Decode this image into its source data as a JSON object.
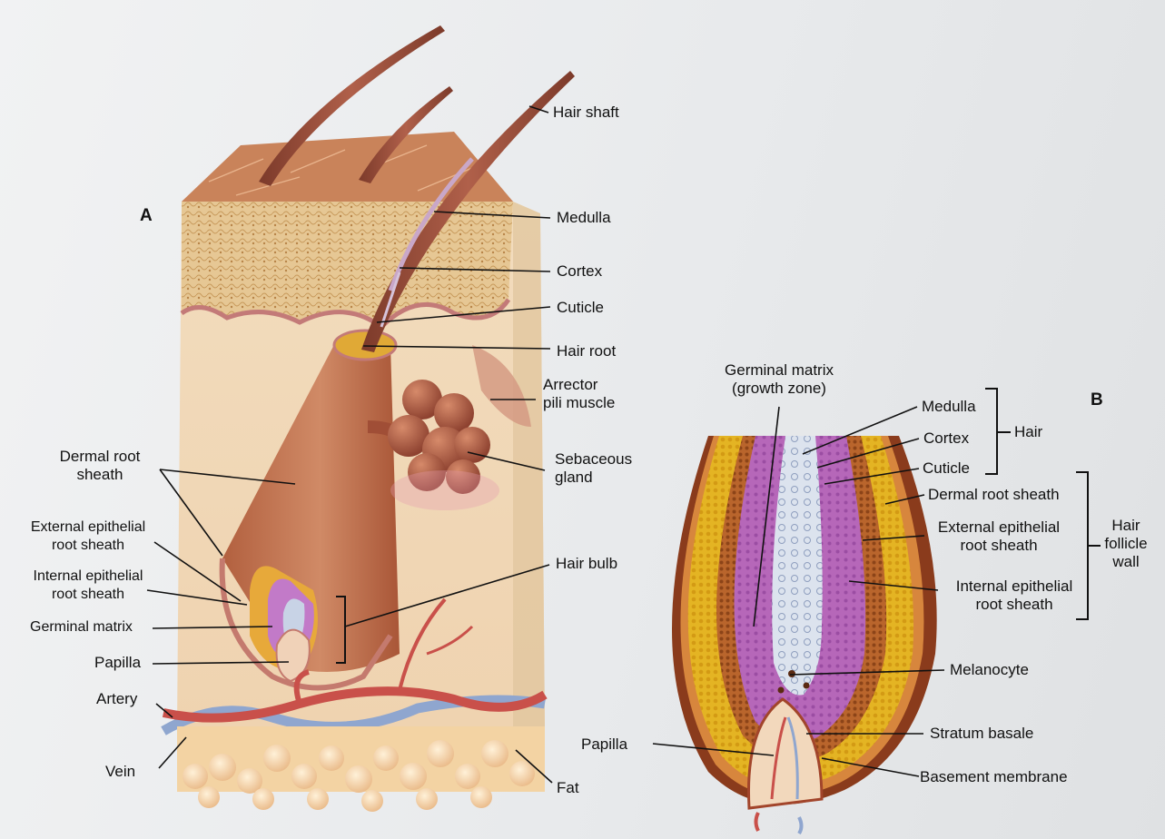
{
  "panel_a": {
    "letter": "A",
    "labels": {
      "hair_shaft": "Hair shaft",
      "medulla": "Medulla",
      "cortex": "Cortex",
      "cuticle": "Cuticle",
      "hair_root": "Hair root",
      "arrector_pili": "Arrector\npili muscle",
      "sebaceous_gland": "Sebaceous\ngland",
      "hair_bulb": "Hair bulb",
      "dermal_root_sheath": "Dermal root\nsheath",
      "external_epithelial": "External epithelial\nroot sheath",
      "internal_epithelial": "Internal epithelial\nroot sheath",
      "germinal_matrix": "Germinal matrix",
      "papilla": "Papilla",
      "artery": "Artery",
      "vein": "Vein",
      "fat": "Fat"
    }
  },
  "panel_b": {
    "letter": "B",
    "labels": {
      "germinal_matrix": "Germinal matrix\n(growth zone)",
      "medulla": "Medulla",
      "cortex": "Cortex",
      "cuticle": "Cuticle",
      "hair": "Hair",
      "dermal_root_sheath": "Dermal root sheath",
      "external_epithelial": "External epithelial\nroot sheath",
      "hair_follicle_wall": "Hair\nfollicle\nwall",
      "internal_epithelial": "Internal epithelial\nroot sheath",
      "melanocyte": "Melanocyte",
      "stratum_basale": "Stratum basale",
      "papilla": "Papilla",
      "basement_membrane": "Basement membrane"
    }
  },
  "colors": {
    "skin_surface": "#c9835a",
    "dermis": "#ecd5b4",
    "epidermis_texture": "#d9b178",
    "hair": "#9c4a3a",
    "follicle": "#c47a57",
    "yellow_sheath": "#e2b320",
    "purple_cortex": "#b465b8",
    "medulla_blue": "#c9d4e6",
    "artery": "#c9504a",
    "vein": "#8fa6cf",
    "fat": "#f4d4a4",
    "brown_outer": "#8a3b1c"
  }
}
